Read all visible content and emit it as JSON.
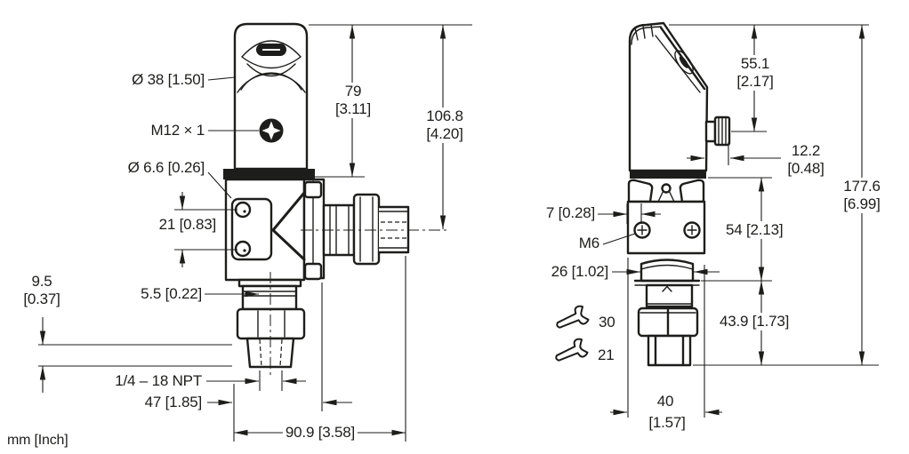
{
  "title": "pressure-sensor-dimensional-drawing",
  "units_note": "mm [Inch]",
  "left_view": {
    "dia38": "Ø 38 [1.50]",
    "m12": "M12 × 1",
    "dia66": "Ø 6.6 [0.26]",
    "d21": "21 [0.83]",
    "d95a": "9.5",
    "d95b": "[0.37]",
    "d55": "5.5 [0.22]",
    "npt": "1/4 – 18 NPT",
    "d47": "47 [1.85]",
    "d909": "90.9 [3.58]",
    "d79a": "79",
    "d79b": "[3.11]",
    "d1068a": "106.8",
    "d1068b": "[4.20]"
  },
  "right_view": {
    "d551a": "55.1",
    "d551b": "[2.17]",
    "d122a": "12.2",
    "d122b": "[0.48]",
    "d1776a": "177.6",
    "d1776b": "[6.99]",
    "d7": "7 [0.28]",
    "m6": "M6",
    "d26": "26 [1.02]",
    "d54": "54 [2.13]",
    "d439": "43.9 [1.73]",
    "wrench30": "30",
    "wrench21": "21",
    "d40a": "40",
    "d40b": "[1.57]"
  },
  "colors": {
    "line": "#1d1d1b",
    "background": "#ffffff"
  }
}
